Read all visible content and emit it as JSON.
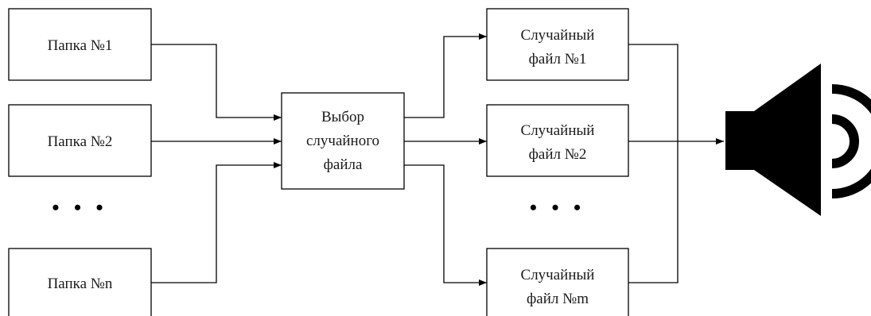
{
  "folders": [
    {
      "label": "Папка №1"
    },
    {
      "label": "Папка №2"
    },
    {
      "label": "Папка №n"
    }
  ],
  "folders_ellipsis": "• • •",
  "selector": {
    "lines": [
      "Выбор",
      "случайного",
      "файла"
    ]
  },
  "files": [
    {
      "lines": [
        "Случайный",
        "файл №1"
      ]
    },
    {
      "lines": [
        "Случайный",
        "файл №2"
      ]
    },
    {
      "lines": [
        "Случайный",
        "файл №m"
      ]
    }
  ],
  "files_ellipsis": "• • •",
  "speaker": {
    "icon": "speaker-icon",
    "color": "#000000"
  }
}
